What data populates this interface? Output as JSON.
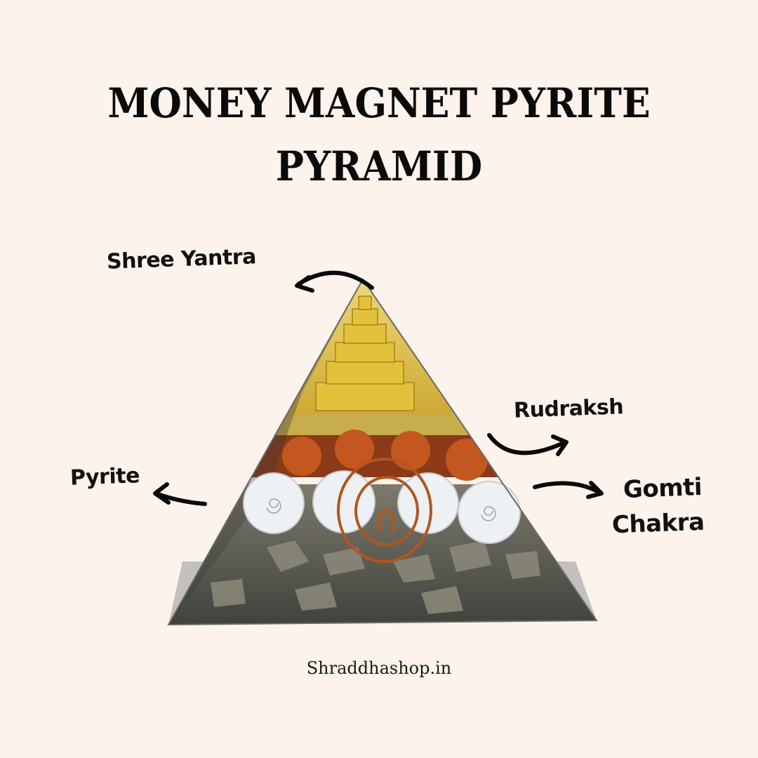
{
  "title": {
    "line1": "MONEY MAGNET PYRITE",
    "line2": "PYRAMID"
  },
  "labels": {
    "shree_yantra": "Shree Yantra",
    "rudraksh": "Rudraksh",
    "pyrite": "Pyrite",
    "gomti_line1": "Gomti",
    "gomti_line2": "Chakra"
  },
  "footer": {
    "website": "Shraddhashop.in"
  },
  "colors": {
    "background": "#fcf3ec",
    "text": "#0a0a0a",
    "gold": "#d9b431",
    "rudraksh": "#b5501c",
    "gomti": "#e8ecef",
    "pyrite": "#6c6c62",
    "copper": "#b0561f"
  }
}
